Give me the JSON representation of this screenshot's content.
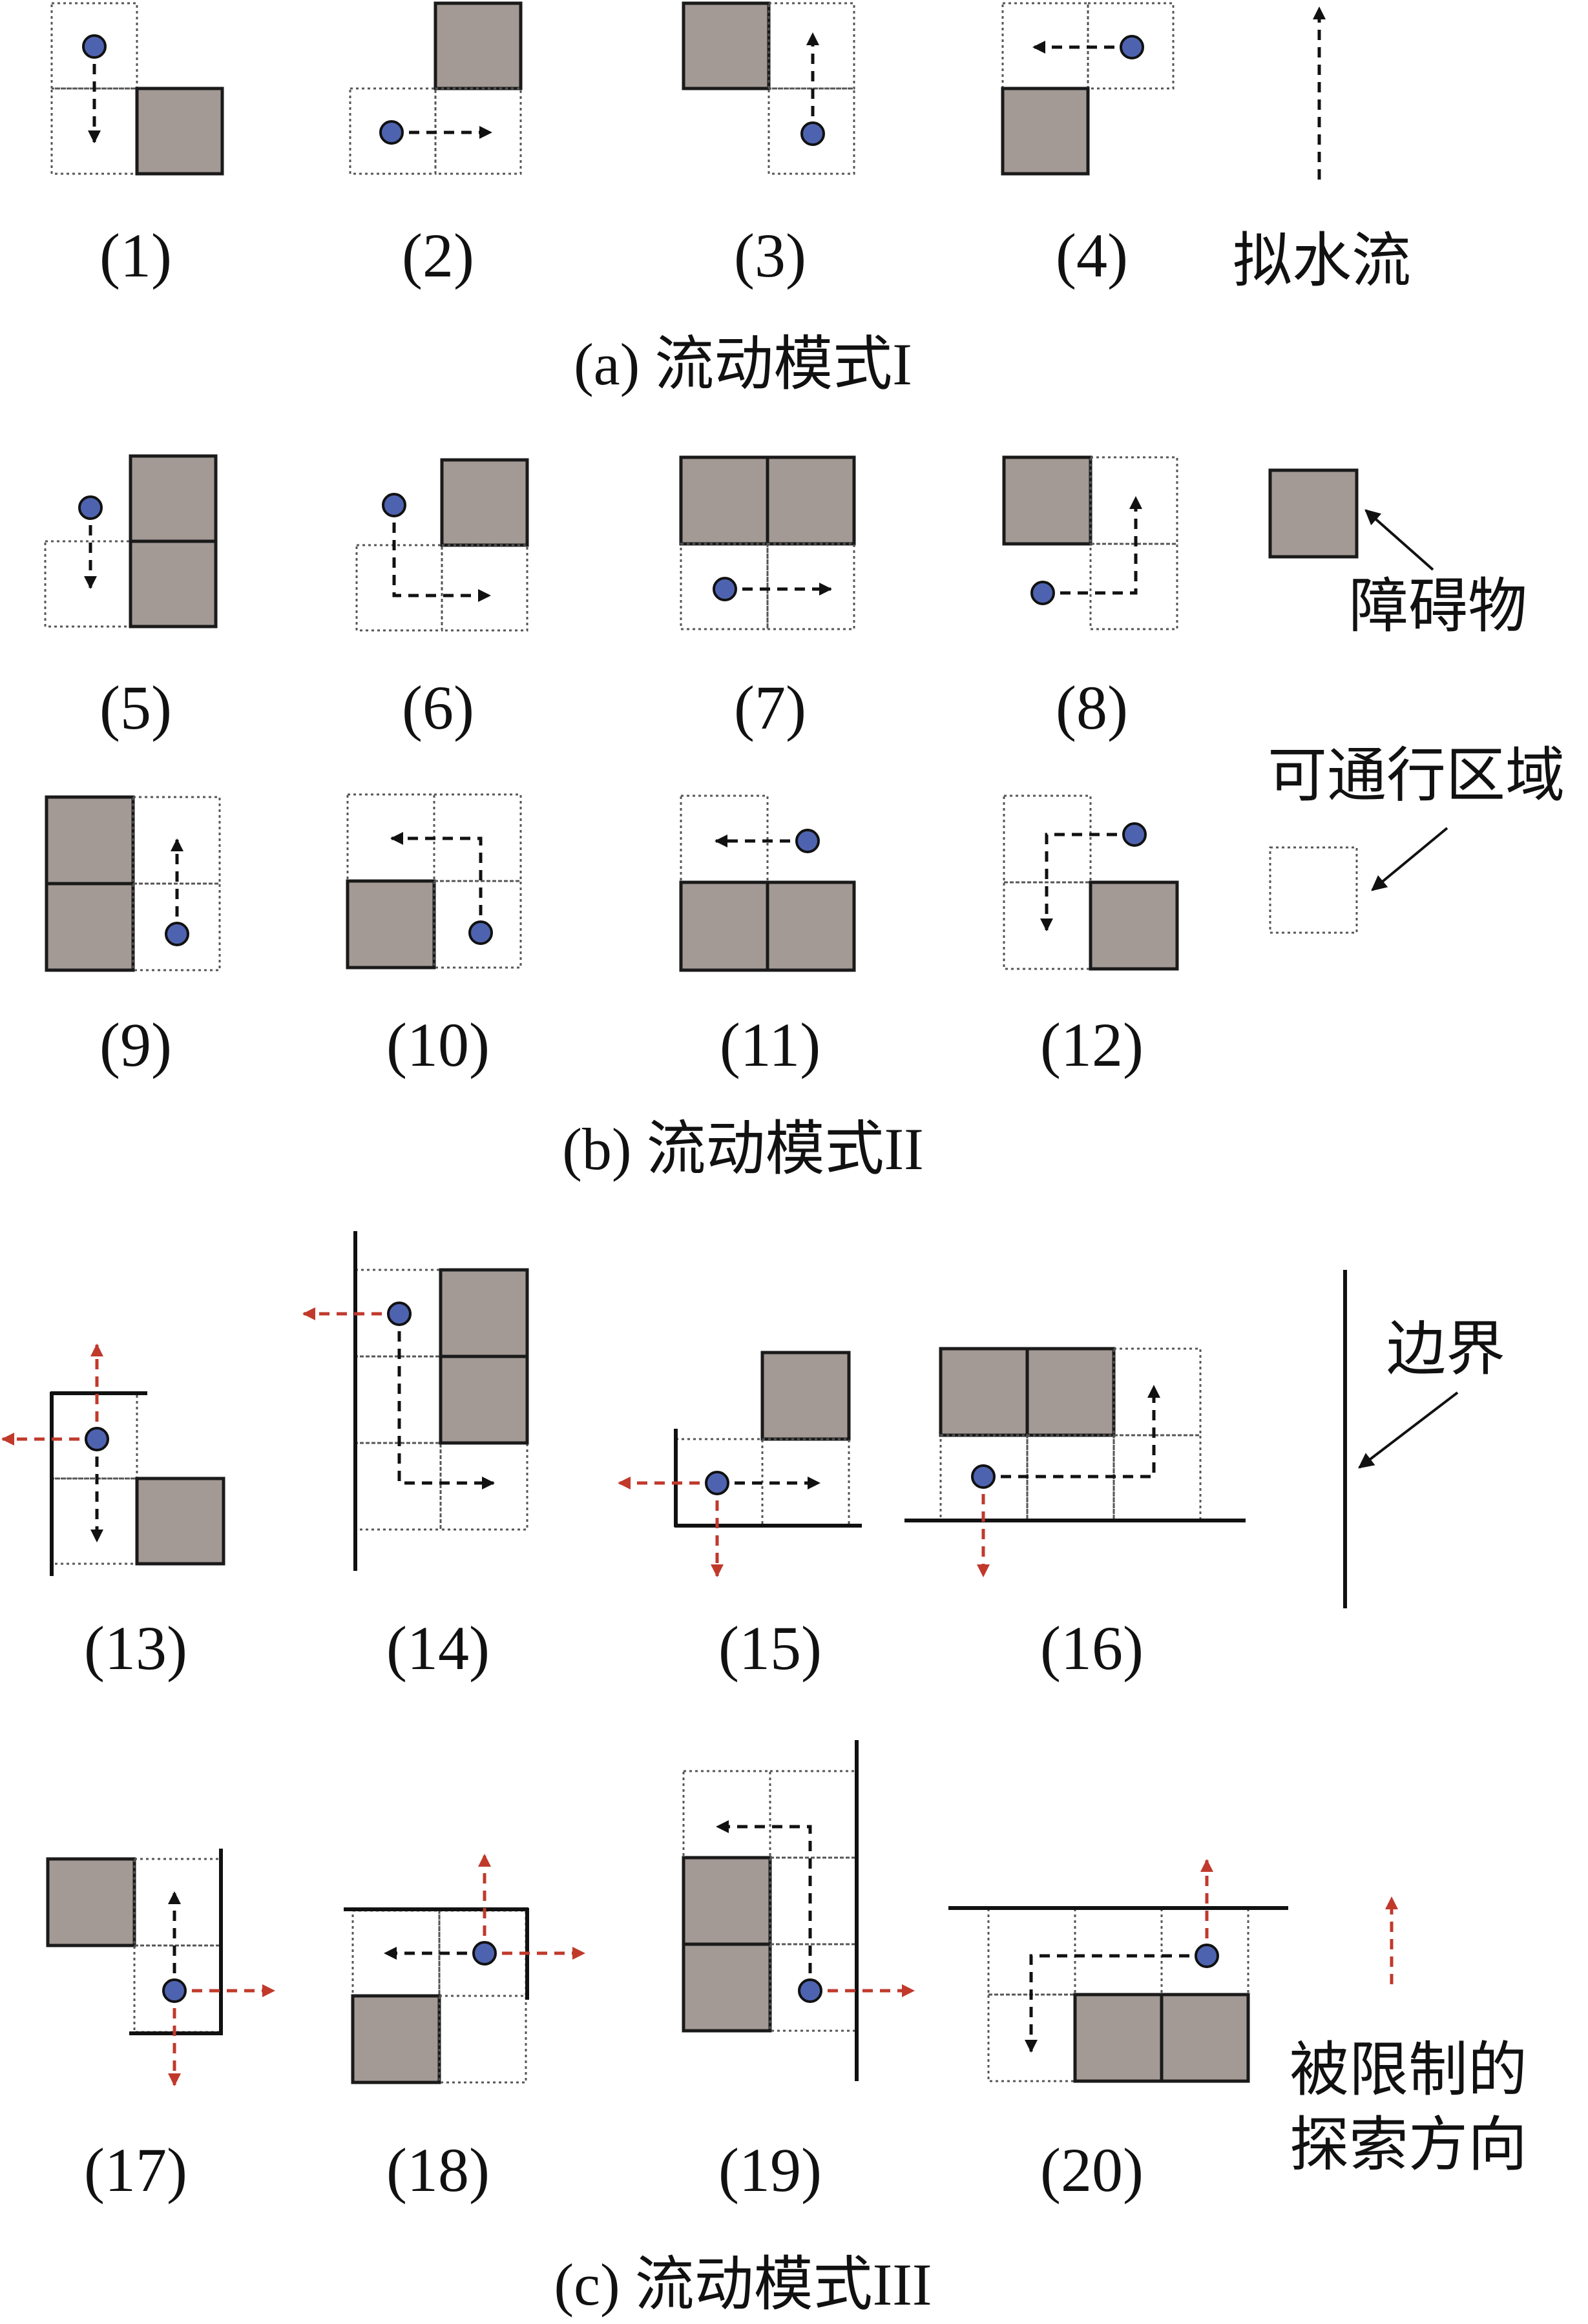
{
  "colors": {
    "obstacle": "#a39995",
    "point": "#4e63b0",
    "flow_arrow": "#111111",
    "restricted_arrow": "#c0392b"
  },
  "captions": {
    "a": "(a) 流动模式I",
    "b": "(b) 流动模式II",
    "c": "(c) 流动模式III"
  },
  "legend": {
    "flow": "拟水流",
    "obstacle": "障碍物",
    "passable": "可通行区域",
    "boundary": "边界",
    "restricted_line1": "被限制的",
    "restricted_line2": "探索方向"
  },
  "labels": [
    "(1)",
    "(2)",
    "(3)",
    "(4)",
    "(5)",
    "(6)",
    "(7)",
    "(8)",
    "(9)",
    "(10)",
    "(11)",
    "(12)",
    "(13)",
    "(14)",
    "(15)",
    "(16)",
    "(17)",
    "(18)",
    "(19)",
    "(20)"
  ]
}
